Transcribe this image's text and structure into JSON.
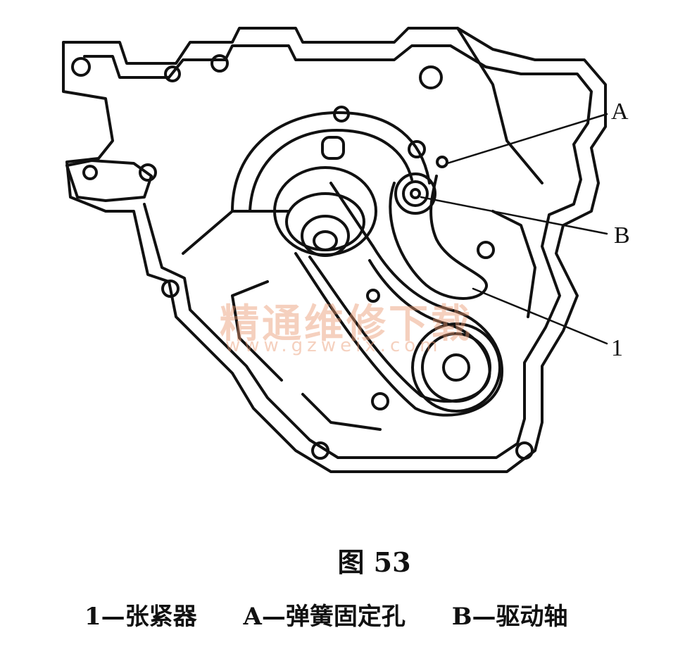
{
  "callouts": {
    "a": "A",
    "b": "B",
    "one": "1"
  },
  "watermark": {
    "text": "精通维修下载",
    "url": "www.gzweix.com"
  },
  "caption": {
    "title": "图 53",
    "legend": [
      "1—张紧器",
      "A—弹簧固定孔",
      "B—驱动轴"
    ]
  }
}
